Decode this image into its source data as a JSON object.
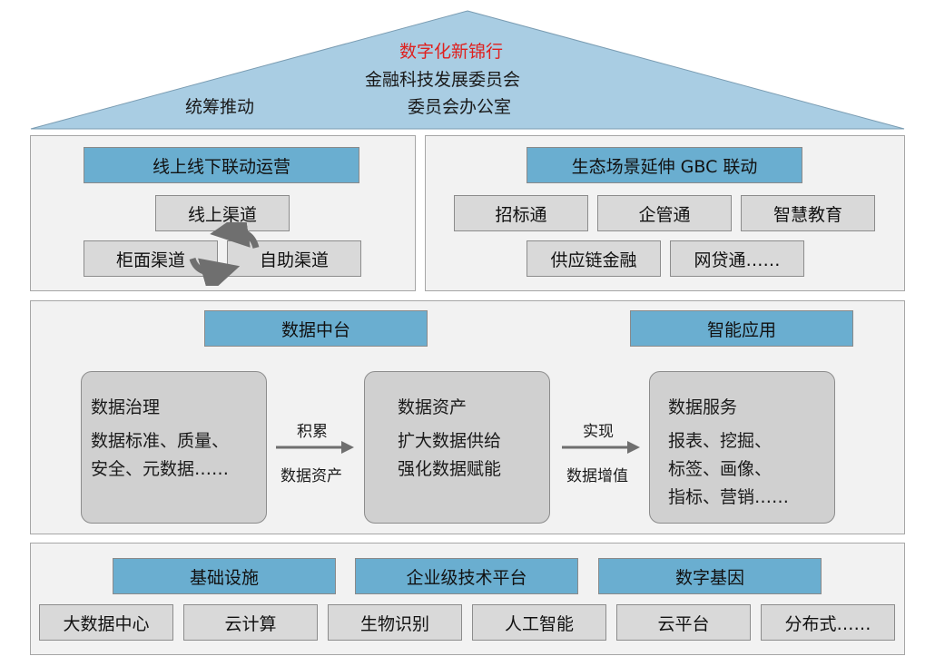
{
  "roof": {
    "title": "数字化新锦行",
    "line1": "金融科技发展委员会",
    "line2": "委员会办公室",
    "left_label": "统筹推动",
    "title_color": "#e0201e"
  },
  "online_offline": {
    "header": "线上线下联动运营",
    "online": "线上渠道",
    "counter": "柜面渠道",
    "self_service": "自助渠道"
  },
  "ecosystem": {
    "header": "生态场景延伸 GBC 联动",
    "items": [
      "招标通",
      "企管通",
      "智慧教育",
      "供应链金融",
      "网贷通……"
    ]
  },
  "middle": {
    "data_platform": "数据中台",
    "smart_app": "智能应用",
    "governance": {
      "title": "数据治理",
      "line1": "数据标准、质量、",
      "line2": "安全、元数据……"
    },
    "arrow1": {
      "top": "积累",
      "bottom": "数据资产"
    },
    "assets": {
      "title": "数据资产",
      "line1": "扩大数据供给",
      "line2": "强化数据赋能"
    },
    "arrow2": {
      "top": "实现",
      "bottom": "数据增值"
    },
    "services": {
      "title": "数据服务",
      "line1": "报表、挖掘、",
      "line2": "标签、画像、",
      "line3": "指标、营销……"
    }
  },
  "foundation": {
    "headers": [
      "基础设施",
      "企业级技术平台",
      "数字基因"
    ],
    "items": [
      "大数据中心",
      "云计算",
      "生物识别",
      "人工智能",
      "云平台",
      "分布式……"
    ]
  },
  "colors": {
    "roof": "#a9cde3",
    "header_blue": "#6aaed0",
    "box_gray": "#d9d9d9",
    "panel": "#f2f2f2"
  }
}
